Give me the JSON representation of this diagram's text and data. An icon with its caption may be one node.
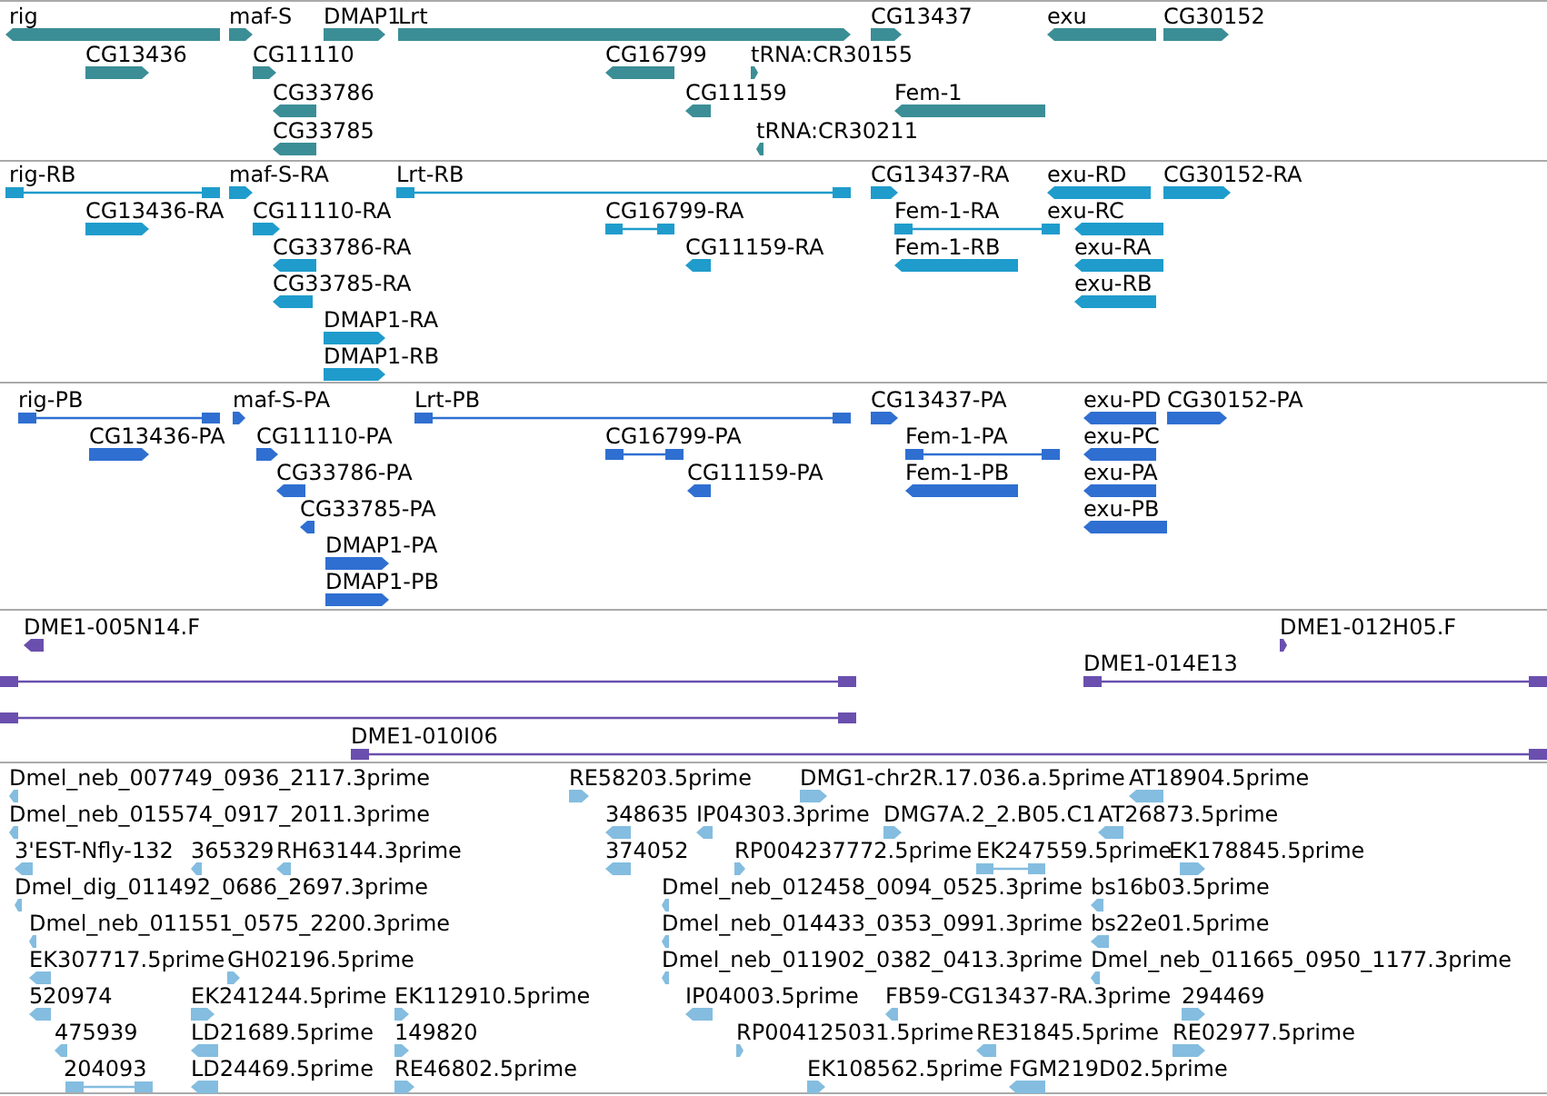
{
  "diagram": {
    "labels": [
      "rig",
      "maf-S",
      "DMAP1",
      "Lrt",
      "CG13437",
      "exu",
      "CG30152",
      "CG13436",
      "CG11110",
      "CG16799",
      "tRNA:CR30155",
      "CG33786",
      "CG11159",
      "Fem-1",
      "CG33785",
      "tRNA:CR30211",
      "rig-RB",
      "maf-S-RA",
      "Lrt-RB",
      "CG13437-RA",
      "exu-RD",
      "CG30152-RA",
      "CG13436-RA",
      "CG11110-RA",
      "CG16799-RA",
      "Fem-1-RA",
      "exu-RC",
      "CG33786-RA",
      "CG11159-RA",
      "Fem-1-RB",
      "exu-RA",
      "CG33785-RA",
      "exu-RB",
      "DMAP1-RA",
      "DMAP1-RB",
      "rig-PB",
      "maf-S-PA",
      "Lrt-PB",
      "CG13437-PA",
      "exu-PD",
      "CG30152-PA",
      "CG13436-PA",
      "CG11110-PA",
      "CG16799-PA",
      "Fem-1-PA",
      "exu-PC",
      "CG33786-PA",
      "CG11159-PA",
      "Fem-1-PB",
      "exu-PA",
      "CG33785-PA",
      "exu-PB",
      "DMAP1-PA",
      "DMAP1-PB",
      "DME1-005N14.F",
      "DME1-012H05.F",
      "DME1-014E13",
      "DME1-010I06",
      "Dmel_neb_007749_0936_2117.3prime",
      "RE58203.5prime",
      "DMG1-chr2R.17.036.a.5prime",
      "AT18904.5prime",
      "Dmel_neb_015574_0917_2011.3prime",
      "348635",
      "IP04303.3prime",
      "DMG7A.2_2.B05.C1",
      "AT26873.5prime",
      "3'EST-Nfly-132",
      "365329",
      "RH63144.3prime",
      "374052",
      "RP004237772.5prime",
      "EK247559.5prime",
      "EK178845.5prime",
      "Dmel_dig_011492_0686_2697.3prime",
      "Dmel_neb_012458_0094_0525.3prime",
      "bs16b03.5prime",
      "Dmel_neb_011551_0575_2200.3prime",
      "Dmel_neb_014433_0353_0991.3prime",
      "bs22e01.5prime",
      "EK307717.5prime",
      "GH02196.5prime",
      "Dmel_neb_011902_0382_0413.3prime",
      "Dmel_neb_011665_0950_1177.3prime",
      "520974",
      "EK241244.5prime",
      "EK112910.5prime",
      "IP04003.5prime",
      "FB59-CG13437-RA.3prime",
      "294469",
      "475939",
      "LD21689.5prime",
      "149820",
      "RP004125031.5prime",
      "RE31845.5prime",
      "RE02977.5prime",
      "204093",
      "LD24469.5prime",
      "RE46802.5prime",
      "EK108562.5prime",
      "FGM219D02.5prime"
    ]
  }
}
